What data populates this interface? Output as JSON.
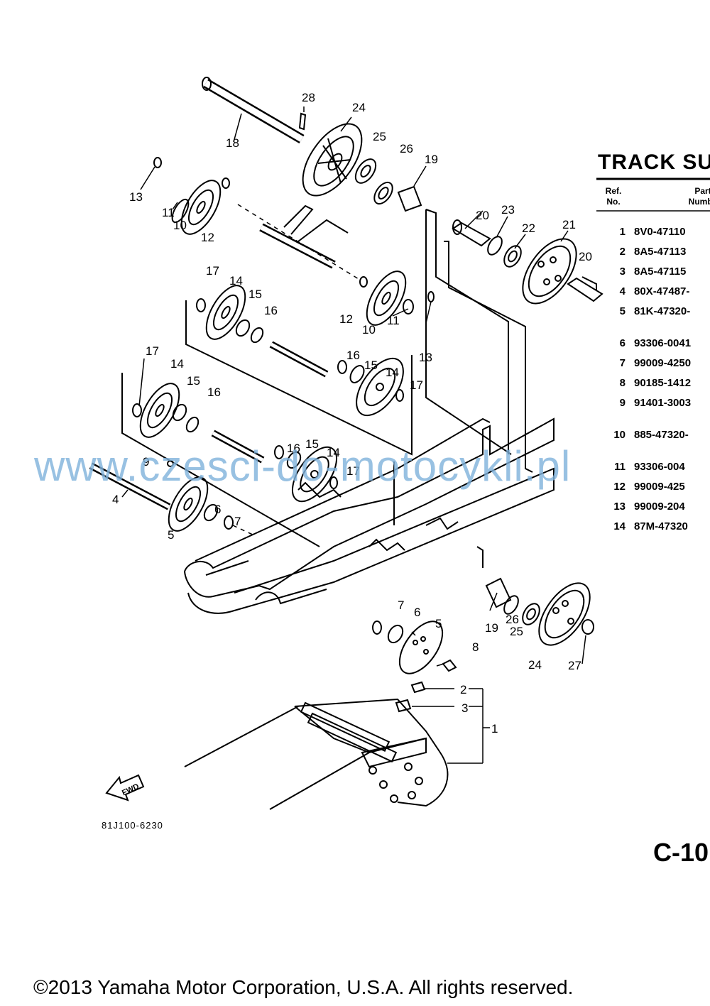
{
  "title": "TRACK SU",
  "table_header": {
    "ref_line1": "Ref.",
    "ref_line2": "No.",
    "part_line1": "Part",
    "part_line2": "Numbe"
  },
  "parts": [
    {
      "ref": "1",
      "part": "8V0-47110"
    },
    {
      "ref": "2",
      "part": "8A5-47113"
    },
    {
      "ref": "3",
      "part": "8A5-47115"
    },
    {
      "ref": "4",
      "part": "80X-47487-"
    },
    {
      "ref": "5",
      "part": "81K-47320-"
    },
    {
      "ref": "6",
      "part": "93306-0041"
    },
    {
      "ref": "7",
      "part": "99009-4250"
    },
    {
      "ref": "8",
      "part": "90185-1412"
    },
    {
      "ref": "9",
      "part": "91401-3003"
    },
    {
      "ref": "10",
      "part": "885-47320-"
    },
    {
      "ref": "11",
      "part": "93306-004"
    },
    {
      "ref": "12",
      "part": "99009-425"
    },
    {
      "ref": "13",
      "part": "99009-204"
    },
    {
      "ref": "14",
      "part": "87M-47320"
    }
  ],
  "callouts": [
    "1",
    "2",
    "3",
    "4",
    "5",
    "5",
    "6",
    "6",
    "7",
    "7",
    "8",
    "9",
    "10",
    "10",
    "11",
    "11",
    "12",
    "12",
    "13",
    "13",
    "14",
    "14",
    "14",
    "15",
    "15",
    "15",
    "16",
    "16",
    "16",
    "16",
    "17",
    "17",
    "17",
    "17",
    "18",
    "19",
    "19",
    "20",
    "20",
    "21",
    "22",
    "23",
    "24",
    "24",
    "25",
    "25",
    "26",
    "26",
    "27",
    "28"
  ],
  "fwd_label": "FWD",
  "diagram_code": "81J100-6230",
  "page_code": "C-10",
  "watermark": "www.czesci-do-motocykli.pl",
  "copyright": "©2013 Yamaha Motor Corporation, U.S.A. All rights reserved."
}
